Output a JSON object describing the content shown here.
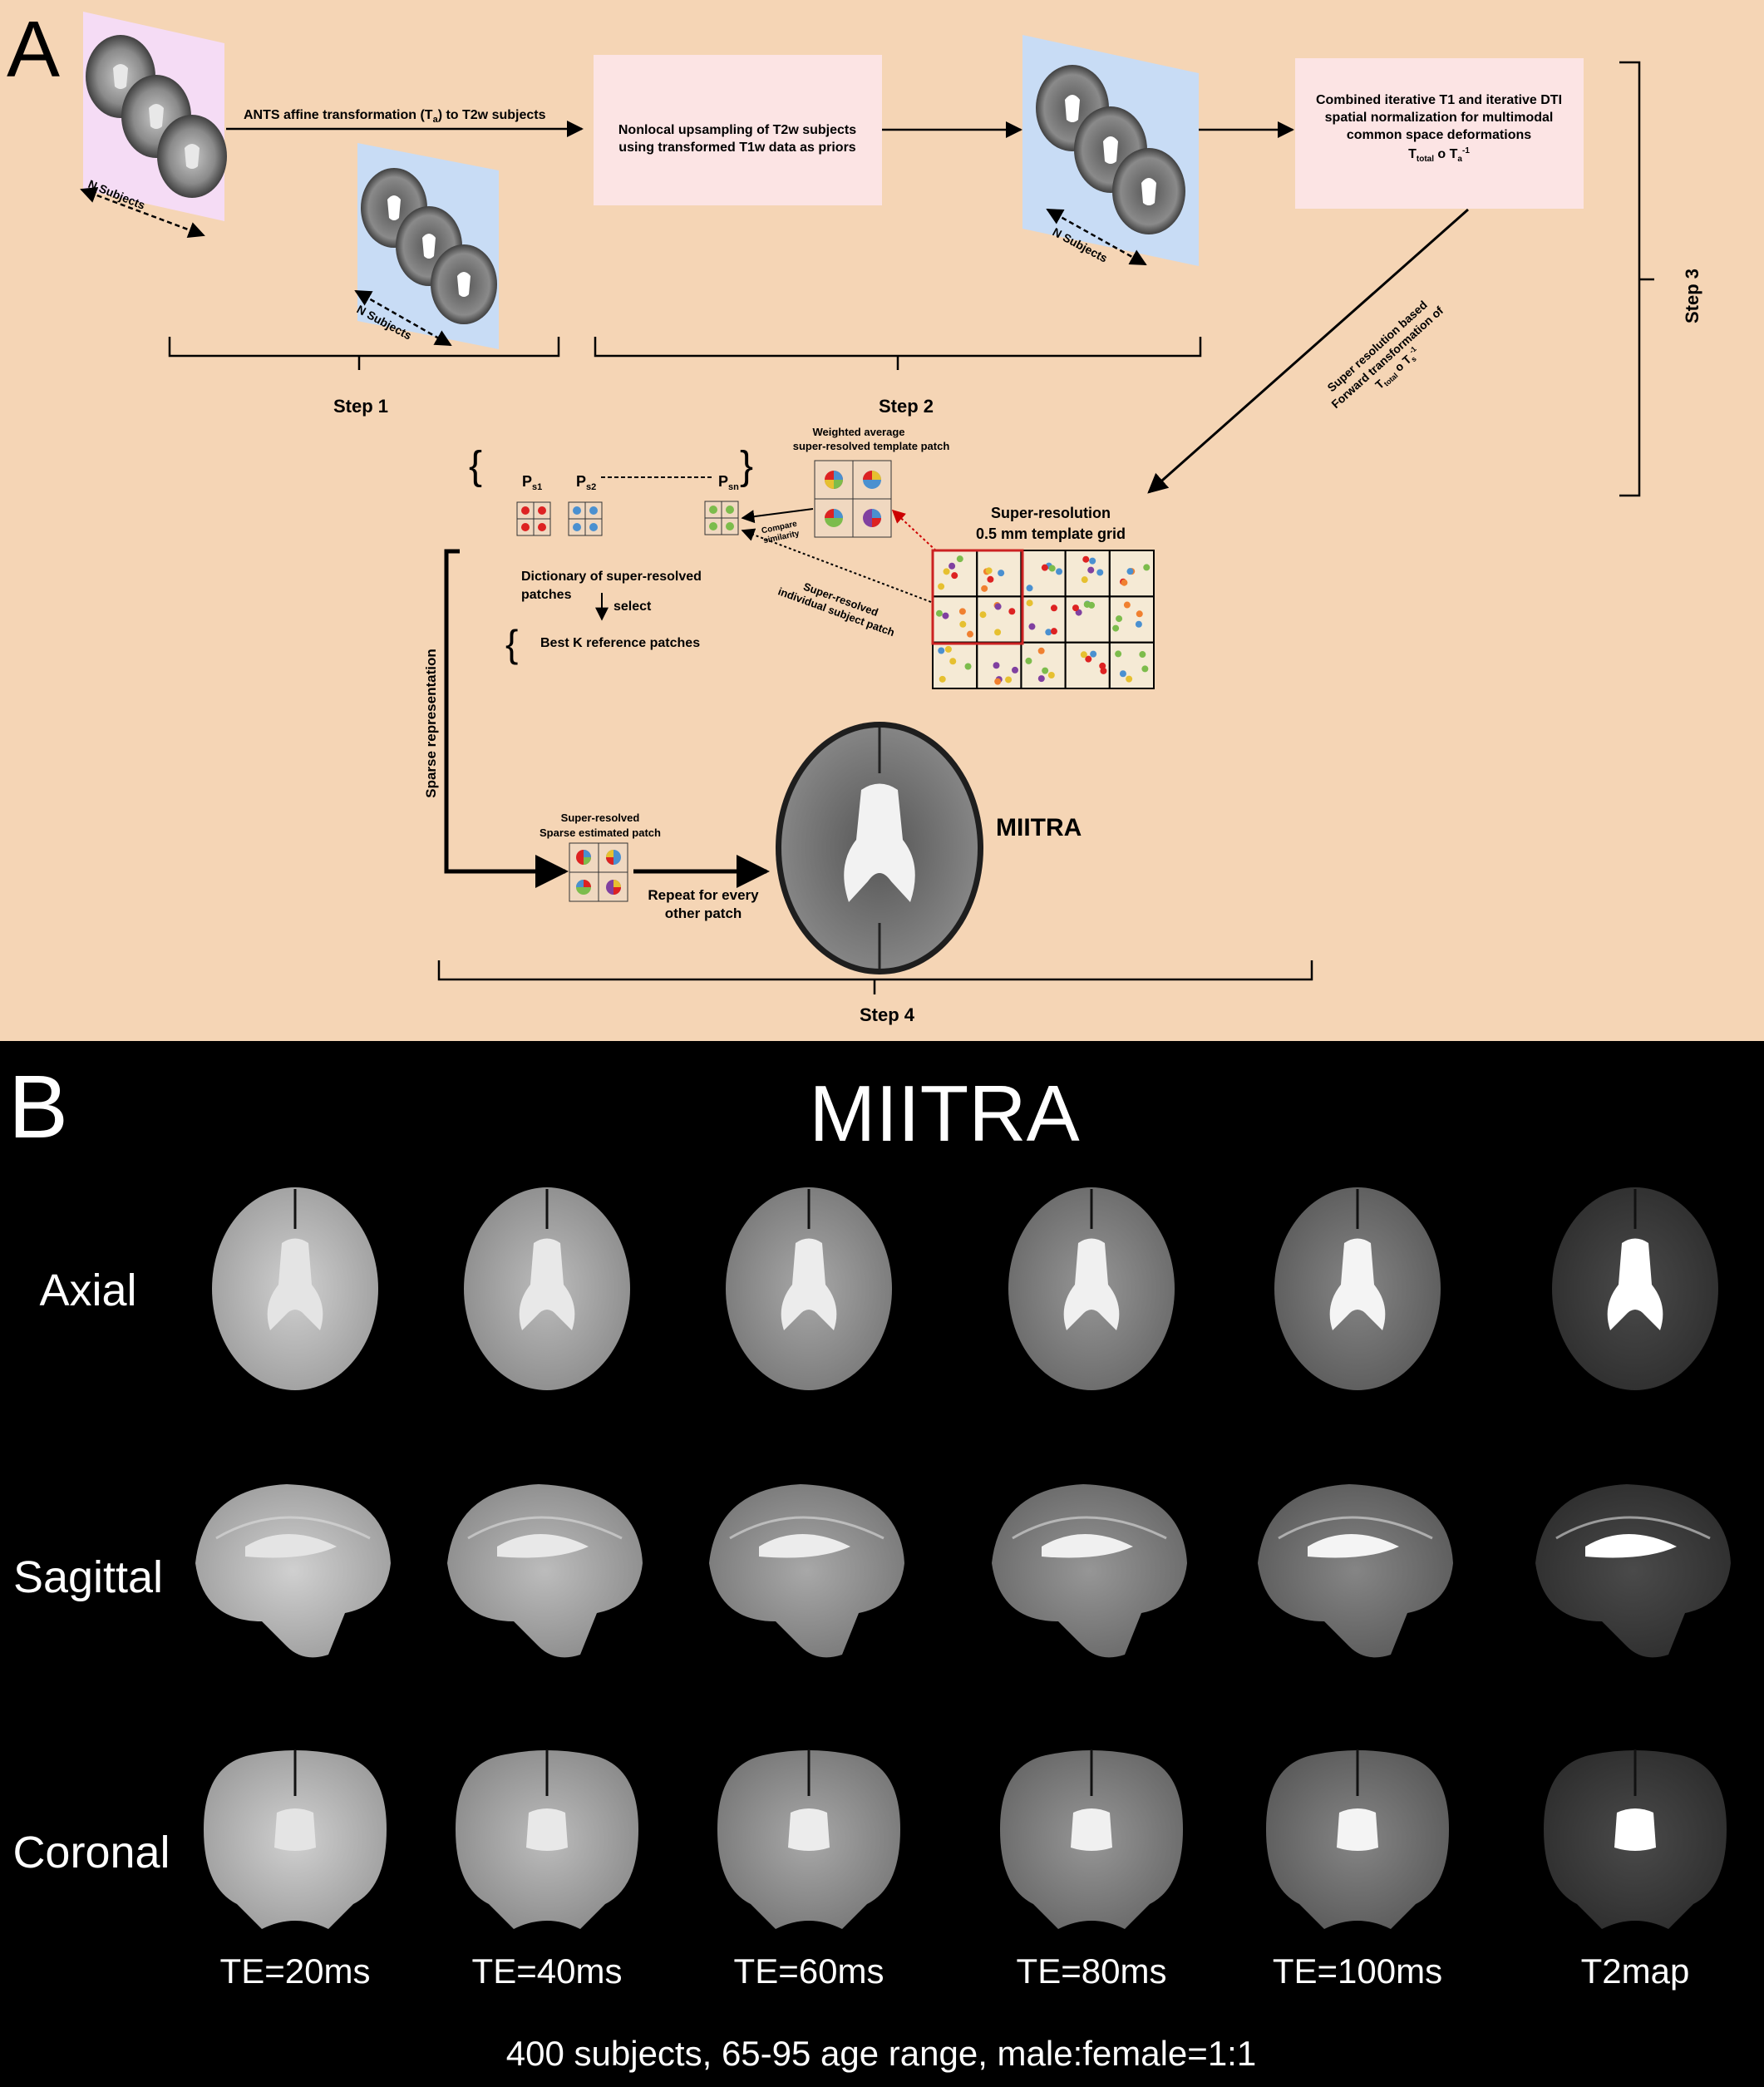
{
  "panel_a": {
    "letter": "A",
    "flow": {
      "ants_label": "ANTS  affine transformation (T",
      "ants_sub": "a",
      "ants_tail": ") to T2w subjects",
      "box2_line1": "Nonlocal upsampling of T2w subjects",
      "box2_line2": "using transformed T1w data as priors",
      "box3_line1": "Combined iterative T1 and iterative DTI",
      "box3_line2": "spatial normalization for multimodal",
      "box3_line3": "common space deformations",
      "box3_formula_main": "T",
      "box3_formula_sub": "total",
      "box3_formula_mid": " o T",
      "box3_formula_sub2": "a",
      "box3_formula_sup": "-1",
      "n_subjects": "N Subjects",
      "step1": "Step 1",
      "step2": "Step 2",
      "step3": "Step 3",
      "step4": "Step 4",
      "sr_line1": "Super resolution based",
      "sr_line2": "Forward transformation of",
      "sr_line3": "T"
    },
    "patches": {
      "weighted_line1": "Weighted average",
      "weighted_line2": "super-resolved template patch",
      "ps1": "P",
      "ps1_sub": "s1",
      "ps2": "P",
      "ps2_sub": "s2",
      "psn": "P",
      "psn_sub": "sn",
      "compare_line1": "Compare",
      "compare_line2": "similarity",
      "grid_title1": "Super-resolution",
      "grid_title2": "0.5 mm template grid",
      "individual_line1": "Super-resolved",
      "individual_line2": "individual subject patch",
      "dict_line1": "Dictionary of super-resolved",
      "dict_line2": "patches",
      "select": "select",
      "best_k": "Best K reference patches",
      "sparse_rep": "Sparse representation",
      "est_line1": "Super-resolved",
      "est_line2": "Sparse estimated patch",
      "repeat_line1": "Repeat for every",
      "repeat_line2": "other patch",
      "miitra": "MIITRA"
    }
  },
  "panel_b": {
    "letter": "B",
    "title": "MIITRA",
    "rows": [
      "Axial",
      "Sagittal",
      "Coronal"
    ],
    "columns": [
      "TE=20ms",
      "TE=40ms",
      "TE=60ms",
      "TE=80ms",
      "TE=100ms",
      "T2map"
    ],
    "footer": "400 subjects, 65-95 age range, male:female=1:1"
  },
  "colors": {
    "panel_a_bg": "#f5d5b5",
    "box_fill": "#fce4e4",
    "t1_plane": "#f5dcf5",
    "t2_plane": "#c8dcf5",
    "grid_highlight": "#cc2222",
    "panel_b_bg": "#000000"
  }
}
